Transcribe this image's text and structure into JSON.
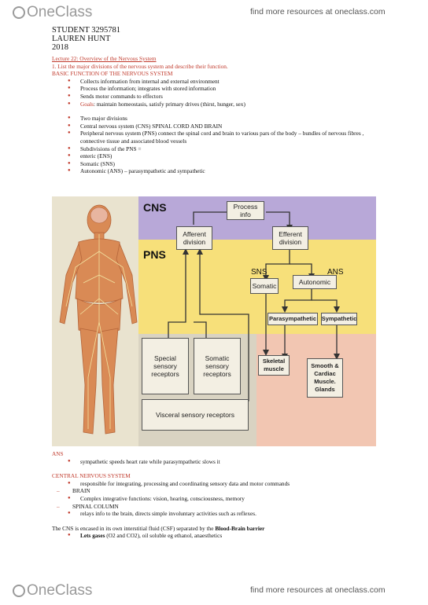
{
  "header": {
    "logo": "OneClass",
    "find_more": "find more resources at oneclass.com"
  },
  "footer": {
    "logo": "OneClass",
    "find_more": "find more resources at oneclass.com"
  },
  "student": {
    "id_line": "STUDENT 3295781",
    "name": "LAUREN HUNT",
    "year": "2018"
  },
  "lecture": {
    "title": "Lecture 22: Overview of the Nervous System",
    "objective": "1.   List the major divisions of the nervous system and describe their function.",
    "section_heading": "BASIC FUNCTION OF THE NERVOUS SYSTEM",
    "bullets_1": [
      {
        "text": "Collects information from internal and external environment"
      },
      {
        "text": "Process the information; integrates with stored information"
      },
      {
        "text": "Sends motor commands to effectors"
      },
      {
        "label": "Goals",
        "text": ": maintain homeostasis, satisfy primary drives (thirst, hunger, sex)"
      }
    ],
    "bullets_2": [
      "Two major divisions",
      "Central nervous system (CNS) SPINAL CORD AND BRAIN",
      "Peripheral nervous system (PNS) connect the spinal cord and brain to various pars of the body – bundles of nervous fibres , connective tissue and associated blood vessels",
      "Subdivisions of the PNS =",
      "enteric (ENS)",
      "Somatic (SNS)",
      "Autonomic (ANS) – parasympathetic and sympathetic"
    ]
  },
  "figure": {
    "regions": {
      "cns": "CNS",
      "pns": "PNS"
    },
    "boxes": {
      "process_info": "Process info",
      "afferent": "Afferent division",
      "efferent": "Efferent division",
      "somatic": "Somatic",
      "autonomic": "Autonomic",
      "parasympathetic": "Parasympathetic",
      "sympathetic": "Sympathetic",
      "skeletal": "Skeletal muscle",
      "smooth": "Smooth & Cardiac Muscle. Glands",
      "special_sensory": "Special sensory receptors",
      "somatic_sensory": "Somatic sensory receptors",
      "visceral_sensory": "Visceral sensory receptors"
    },
    "labels": {
      "sns": "SNS",
      "ans": "ANS"
    },
    "colors": {
      "cns": "#b8a8d8",
      "pns": "#f7e07a",
      "effector": "#f2c6b2",
      "receptor_bg": "#d9d3c2"
    }
  },
  "ans_section": {
    "heading": "ANS",
    "bullet": "sympathetic speeds heart rate while parasympathetic slows it"
  },
  "cns_section": {
    "heading": "CENTRAL NERVOUS SYSTEM",
    "bullet": "responsible for integrating, processing and coordinating sensory data and motor commands",
    "brain": "BRAIN",
    "brain_bullet": "Complex integrative functions: vision, hearing, consciousness, memory",
    "spinal": "SPINAL COLUMN",
    "spinal_bullet": "relays info to the brain, directs simple involuntary activities such as reflexes.",
    "csf_pre": "The CNS is encased in its own interstitial fluid (CSF) separated by the ",
    "csf_bold": "Blood-Brain barrier",
    "lets_label": "Lets gases",
    "lets_text": " (O2 and CO2), oil soluble eg ethanol, anaesthetics"
  }
}
